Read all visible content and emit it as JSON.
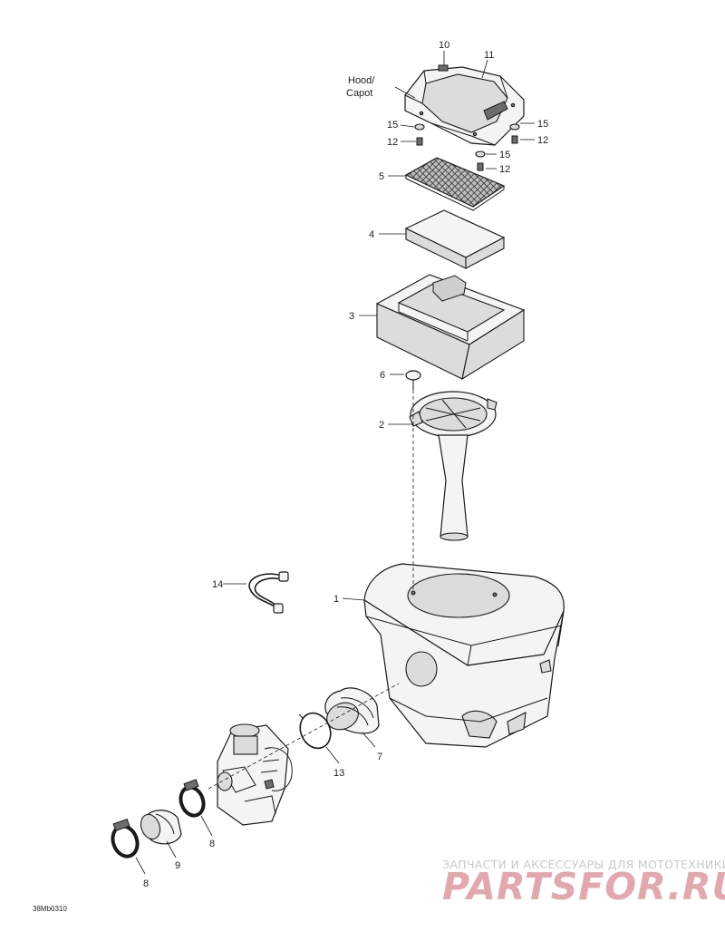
{
  "callouts": {
    "c10": "10",
    "c11": "11",
    "hood_line1": "Hood/",
    "hood_line2": "Capot",
    "c15a": "15",
    "c12a": "12",
    "c15b": "15",
    "c12b": "12",
    "c15c": "15",
    "c12c": "12",
    "c5": "5",
    "c4": "4",
    "c3": "3",
    "c6": "6",
    "c2": "2",
    "c14": "14",
    "c1": "1",
    "c7": "7",
    "c13": "13",
    "c8a": "8",
    "c9": "9",
    "c8b": "8"
  },
  "drawing_code": "38Mb0310",
  "watermark": {
    "tagline": "ЗАПЧАСТИ И АКСЕССУАРЫ ДЛЯ МОТОТЕХНИКИ",
    "logo": "PARTSFOR.RU"
  },
  "colors": {
    "line": "#1a1a1a",
    "watermark_text": "#c9c9c9",
    "watermark_logo": "#e3a8ad"
  }
}
